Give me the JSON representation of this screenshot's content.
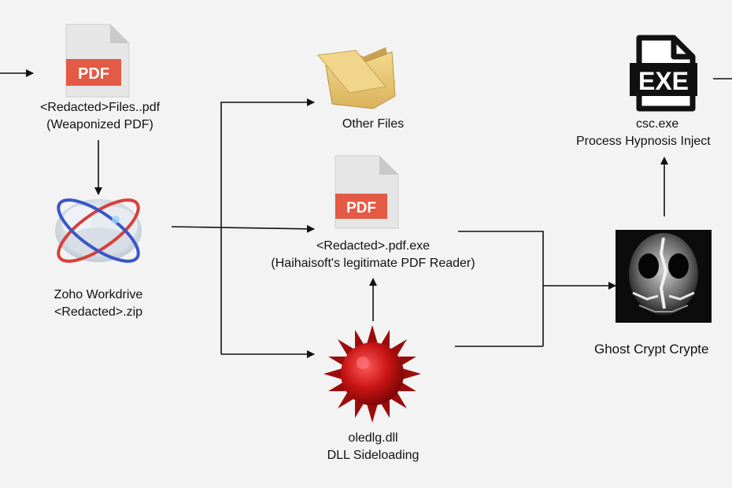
{
  "nodes": {
    "pdf_doc": {
      "badge": "PDF",
      "line1": "<Redacted>Files..pdf",
      "line2": "(Weaponized PDF)"
    },
    "zoho": {
      "line1": "Zoho Workdrive",
      "line2": "<Redacted>.zip"
    },
    "other_files": {
      "line1": "Other Files"
    },
    "pdf_exe": {
      "badge": "PDF",
      "line1": "<Redacted>.pdf.exe",
      "line2": "(Haihaisoft's legitimate PDF Reader)"
    },
    "dll": {
      "line1": "oledlg.dll",
      "line2": "DLL Sideloading"
    },
    "csc": {
      "badge": "EXE",
      "line1": "csc.exe",
      "line2": "Process Hypnosis Inject"
    },
    "ghost": {
      "line1": "Ghost Crypt Crypte"
    }
  },
  "colors": {
    "pdf_badge": "#e35a45",
    "folder": "#e9c97a",
    "dll_virus": "#cc1a1a",
    "exe_icon": "#111111",
    "arrow": "#111111",
    "background": "#f3f3f3"
  },
  "icons": [
    "pdf-file-icon",
    "zoho-workdrive-logo",
    "folder-icon",
    "virus-icon",
    "exe-file-icon",
    "ghost-mask-image"
  ]
}
